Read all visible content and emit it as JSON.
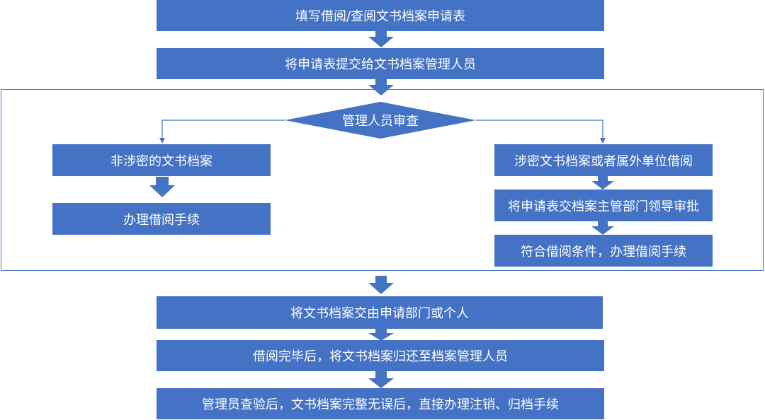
{
  "flow": {
    "step1": "填写借阅/查阅文书档案申请表",
    "step2": "将申请表提交给文书档案管理人员",
    "review": "管理人员审查",
    "left_branch": {
      "box1": "非涉密的文书档案",
      "box2": "办理借阅手续"
    },
    "right_branch": {
      "box1": "涉密文书档案或者属外单位借阅",
      "box2": "将申请表交档案主管部门领导审批",
      "box3": "符合借阅条件，办理借阅手续"
    },
    "step3": "将文书档案交由申请部门或个人",
    "step4": "借阅完毕后，将文书档案归还至档案管理人员",
    "step5": "管理员查验后，文书档案完整无误后，直接办理注销、归档手续"
  },
  "colors": {
    "box_fill": "#4472C4",
    "text": "#FFFFFF",
    "arrow_thin": "#4472C4"
  }
}
